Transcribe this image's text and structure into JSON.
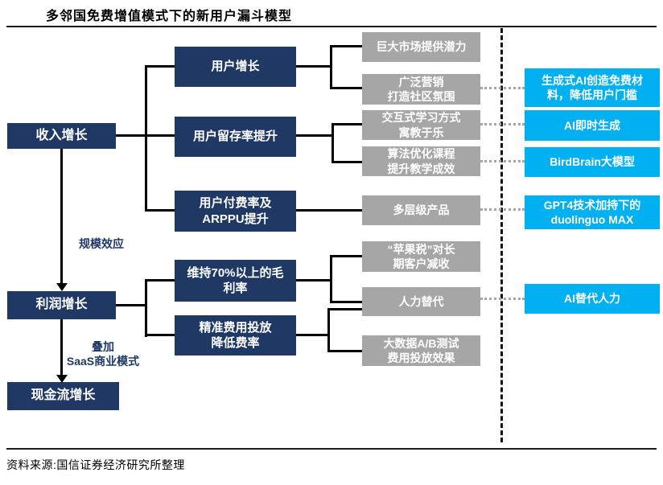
{
  "title": "多邻国免费增值模式下的新用户漏斗模型",
  "source": "资料来源:国信证券经济研究所整理",
  "colors": {
    "navy": "#1F3864",
    "cyan": "#00B0F0",
    "gray": "#A6A6A6",
    "connector": "#000000",
    "dotted_link": "#A6A6A6"
  },
  "stages": {
    "revenue": "收入增长",
    "profit": "利润增长",
    "cashflow": "现金流增长"
  },
  "arrows": {
    "scale_effect": "规模效应",
    "saas": "叠加\nSaaS商业模式"
  },
  "drivers": {
    "user_growth": "用户增长",
    "retention": "用户留存率提升",
    "arppu": "用户付费率及\nARPPU提升",
    "gross_margin": "维持70%以上的毛\n利率",
    "expense": "精准费用投放\n降低费率"
  },
  "tactics": {
    "market": "巨大市场提供潜力",
    "marketing": "广泛营销\n打造社区氛围",
    "interactive": "交互式学习方式\n寓教于乐",
    "algorithm": "算法优化课程\n提升教学成效",
    "tiered": "多层级产品",
    "apple_tax": "“苹果税”对长\n期客户减收",
    "labor": "人力替代",
    "abtest": "大数据A/B测试\n费用投放效果"
  },
  "ai": {
    "genai": "生成式AI创造免费材\n料，降低用户门槛",
    "instant": "AI即时生成",
    "birdbrain": "BirdBrain大模型",
    "gpt4": "GPT4技术加持下的\nduolinguo MAX",
    "replace": "AI替代人力"
  }
}
